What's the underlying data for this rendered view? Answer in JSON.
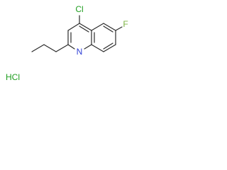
{
  "structure": {
    "atom_labels": {
      "chlorine": "Cl",
      "fluorine": "F",
      "nitrogen": "N"
    },
    "salt_label": "HCl",
    "colors": {
      "bond": "#2b2b2b",
      "chlorine": "#1f9e1f",
      "fluorine": "#7cb342",
      "nitrogen": "#2f3fd6",
      "salt": "#1f9e1f",
      "background": "#ffffff"
    }
  }
}
